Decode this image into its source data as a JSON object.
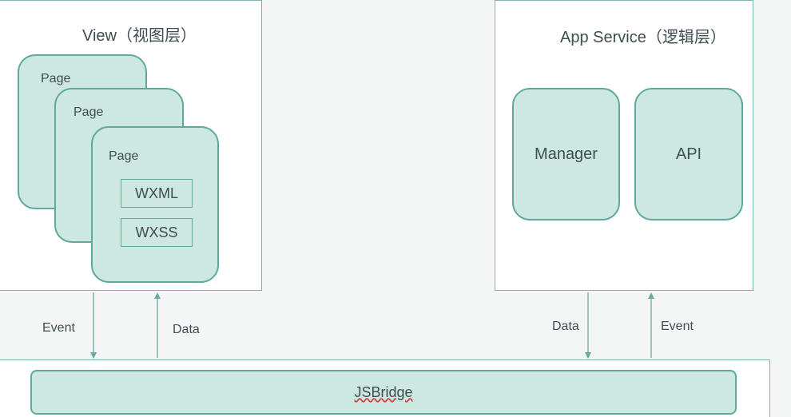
{
  "view_layer": {
    "title": "View（视图层）",
    "pages": [
      "Page",
      "Page",
      "Page"
    ],
    "templates": [
      "WXML",
      "WXSS"
    ]
  },
  "service_layer": {
    "title": "App Service（逻辑层）",
    "modules": [
      "Manager",
      "API"
    ]
  },
  "connections": {
    "view_down": "Event",
    "view_up": "Data",
    "service_down": "Data",
    "service_up": "Event"
  },
  "bridge": {
    "label": "JSBridge"
  },
  "colors": {
    "card_fill": "#cce8e1",
    "card_stroke": "#5fa89c",
    "panel_stroke": "#7fb4ad",
    "arrow": "#6aa9a0"
  }
}
